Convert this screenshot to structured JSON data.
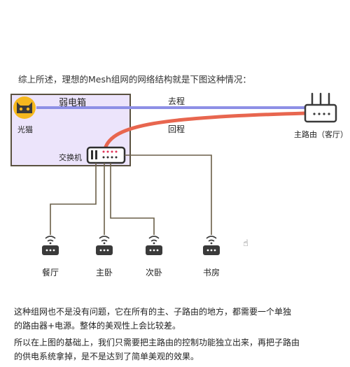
{
  "intro": "综上所述，理想的Mesh组网的网络结构就是下图这种情况：",
  "diagram": {
    "box_title": "弱电箱",
    "modem_label": "光猫",
    "switch_label": "交换机",
    "link_out": "去程",
    "link_back": "回程",
    "main_router_label": "主路由（客厅）",
    "rooms": [
      "餐厅",
      "主卧",
      "次卧",
      "书房"
    ],
    "colors": {
      "box_fill": "#ece4fb",
      "box_border": "#5a5140",
      "line_out": "#8d8fe6",
      "line_back": "#e8664f",
      "modem": "#f5b81e",
      "wire": "#6a5f48"
    }
  },
  "paragraphs": [
    "这种组网也不是没有问题，它在所有的主、子路由的地方，都需要一个单独",
    "的路由器+电源。整体的美观性上会比较差。",
    "所以在上图的基础上，我们只需要把主路由的控制功能独立出来，再把子路由",
    "的供电系统拿掉，是不是达到了简单美观的效果。"
  ]
}
